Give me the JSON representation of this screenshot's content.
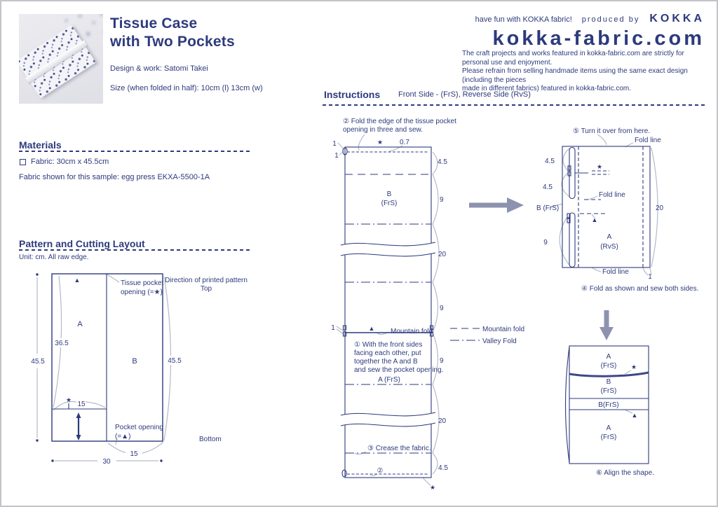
{
  "header": {
    "title_line1": "Tissue Case",
    "title_line2": "with Two Pockets",
    "design_work": "Design & work: Satomi Takei",
    "size": "Size (when folded in half): 10cm (l)  13cm (w)"
  },
  "brand": {
    "tagline": "have fun with KOKKA fabric!",
    "produced_by": "produced  by",
    "brand_name": "KOKKA",
    "logo": "kokka-fabric.com",
    "disclaimer_1": "The craft projects and works featured in kokka-fabric.com are strictly for personal use and enjoyment.",
    "disclaimer_2": "Please refrain from selling handmade items using the same exact design (including the pieces",
    "disclaimer_3": "made in different fabrics) featured in kokka-fabric.com."
  },
  "materials": {
    "heading": "Materials",
    "fabric_item": "Fabric: 30cm x 45.5cm",
    "sample_note": "Fabric shown for this sample: egg press EKXA-5500-1A"
  },
  "pattern": {
    "heading": "Pattern and Cutting Layout",
    "unit_note": "Unit: cm.  All raw edge.",
    "piece_a": "A",
    "piece_b": "B",
    "dim_left": "45.5",
    "dim_right": "45.5",
    "dim_a_height": "36.5",
    "dim_a_width": "15",
    "dim_b_width": "15",
    "dim_total_width": "30",
    "tissue_opening_l1": "Tissue pocket",
    "tissue_opening_l2": "opening (=★)",
    "direction_l1": "Direction of printed pattern",
    "direction_l2": "Top",
    "pocket_opening_l1": "Pocket opening",
    "pocket_opening_l2": "(=▲)",
    "bottom_label": "Bottom",
    "marker_star": "★",
    "marker_triangle": "▲"
  },
  "instructions": {
    "heading": "Instructions",
    "subheading": "Front Side - (FrS), Reverse Side (RvS)",
    "legend_mountain": "Mountain fold",
    "legend_valley": "Valley Fold",
    "step2_l1": "② Fold the edge of the tissue pocket",
    "step2_l2": "opening in three and sew.",
    "step1_l1": "① With the front sides",
    "step1_l2": "facing each other, put",
    "step1_l3": "together the A and B",
    "step1_l4": "and sew the pocket opening.",
    "step3": "③ Crease the fabric.",
    "step4": "④ Fold as shown and sew both sides.",
    "step5": "⑤ Turn it over from here.",
    "step6": "⑥ Align the shape.",
    "main": {
      "one_a": "1",
      "one_b": "1",
      "one_mid": "1",
      "star_top": "★",
      "star_bot": "★",
      "tri": "▲",
      "seam_07": "0.7",
      "d45_top": "4.5",
      "d9_1": "9",
      "d20_1": "20",
      "d9_2": "9",
      "d9_3": "9",
      "d20_2": "20",
      "d45_bot": "4.5",
      "label_b": "B",
      "label_b_side": "(FrS)",
      "label_a": "A (FrS)",
      "mountain_label": "Mountain fold",
      "step2_ref": "②"
    },
    "folded": {
      "fold_line_top": "Fold line",
      "fold_line_mid": "Fold line",
      "fold_line_bot": "Fold line",
      "d45_1": "4.5",
      "d45_2": "4.5",
      "d9": "9",
      "d20": "20",
      "d1": "1",
      "label_b": "B (FrS)",
      "label_a_l1": "A",
      "label_a_l2": "(RvS)",
      "star": "★",
      "tri": "▲"
    },
    "final": {
      "a_top_l1": "A",
      "a_top_l2": "(FrS)",
      "star": "★",
      "b_l1": "B",
      "b_l2": "(FrS)",
      "b_band": "B(FrS)",
      "tri": "▲",
      "a_bot_l1": "A",
      "a_bot_l2": "(FrS)"
    }
  }
}
